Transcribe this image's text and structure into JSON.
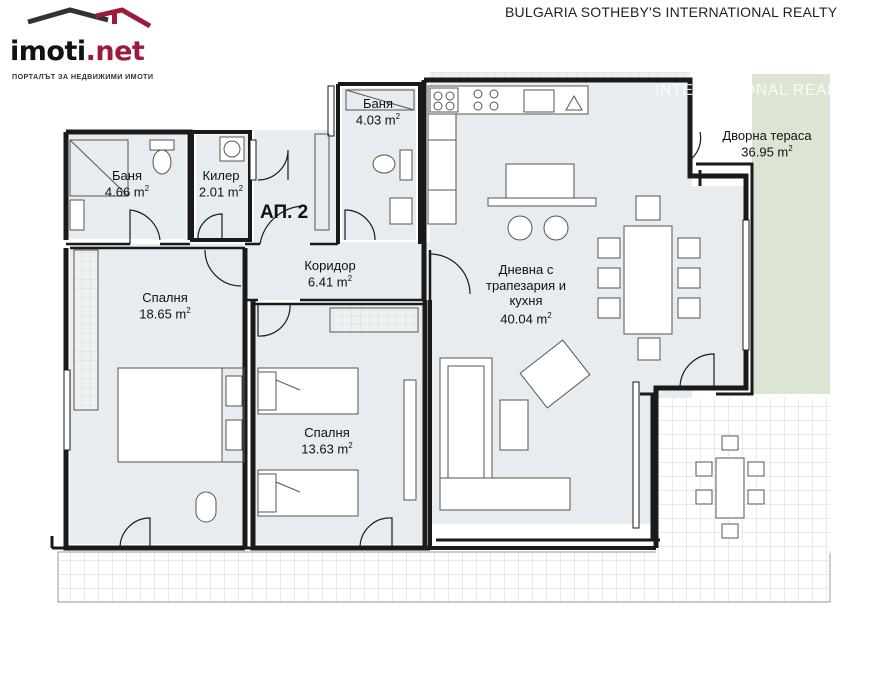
{
  "header": {
    "brand_name": "imoti",
    "brand_dot": ".net",
    "brand_tagline": "ПОРТАЛЪТ ЗА НЕДВИЖИМИ ИМОТИ",
    "agency": "BULGARIA SOTHEBY'S INTERNATIONAL REALTY",
    "watermark": "INTERNATIONAL REALTY"
  },
  "plan": {
    "apartment_label": "АП. 2",
    "rooms": [
      {
        "name": "Баня",
        "area": "4.66 m",
        "unit_sup": "2"
      },
      {
        "name": "Килер",
        "area": "2.01 m",
        "unit_sup": "2"
      },
      {
        "name": "Баня",
        "area": "4.03 m",
        "unit_sup": "2"
      },
      {
        "name": "Коридор",
        "area": "6.41 m",
        "unit_sup": "2"
      },
      {
        "name": "Спалня",
        "area": "18.65 m",
        "unit_sup": "2"
      },
      {
        "name": "Дневна с трапезария и кухня",
        "area": "40.04 m",
        "unit_sup": "2"
      },
      {
        "name": "Спалня",
        "area": "13.63 m",
        "unit_sup": "2"
      },
      {
        "name": "Дворна тераса",
        "area": "36.95 m",
        "unit_sup": "2"
      }
    ],
    "colors": {
      "room_fill": "#e6ecef",
      "garden_fill": "#dce5d3",
      "wall": "#1a1a1a",
      "brand_accent": "#9b1b3a"
    }
  }
}
